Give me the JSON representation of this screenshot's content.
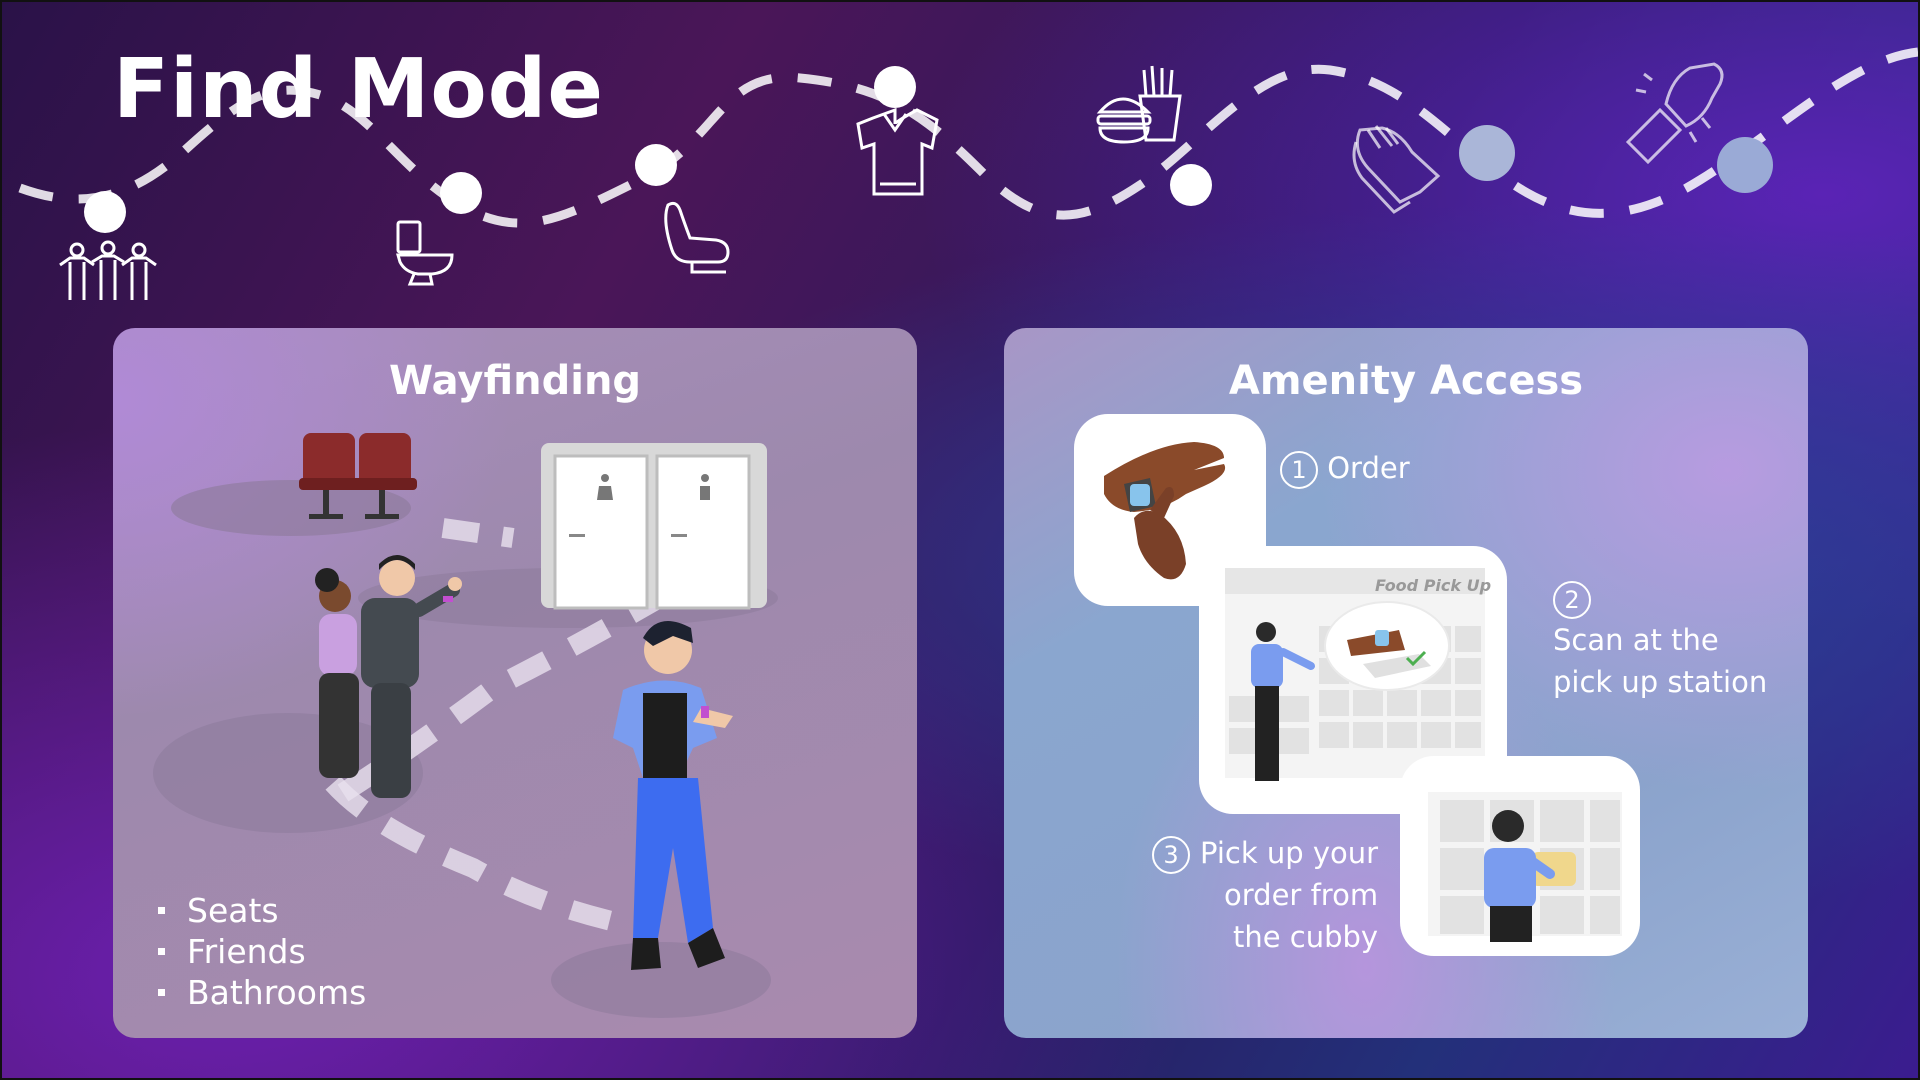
{
  "page": {
    "title": "Find Mode"
  },
  "journey": {
    "icons": [
      "group-icon",
      "toilet-icon",
      "seat-icon",
      "shirt-icon",
      "food-icon",
      "hands-icon",
      "wristband-icon"
    ]
  },
  "wayfinding": {
    "title": "Wayfinding",
    "bullets": [
      "Seats",
      "Friends",
      "Bathrooms"
    ]
  },
  "amenity": {
    "title": "Amenity Access",
    "steps": [
      {
        "number": "1",
        "lines": [
          "Order"
        ]
      },
      {
        "number": "2",
        "lines": [
          "Scan at the",
          "pick up station"
        ]
      },
      {
        "number": "3",
        "lines": [
          "Pick up your",
          "order from",
          "the cubby"
        ]
      }
    ],
    "food_pickup_sign": "Food Pick Up"
  },
  "colors": {
    "panel_text": "#ffffff",
    "wristband": "#c24fd0",
    "jeans": "#3d6cf0",
    "shirt": "#7a9cef"
  }
}
